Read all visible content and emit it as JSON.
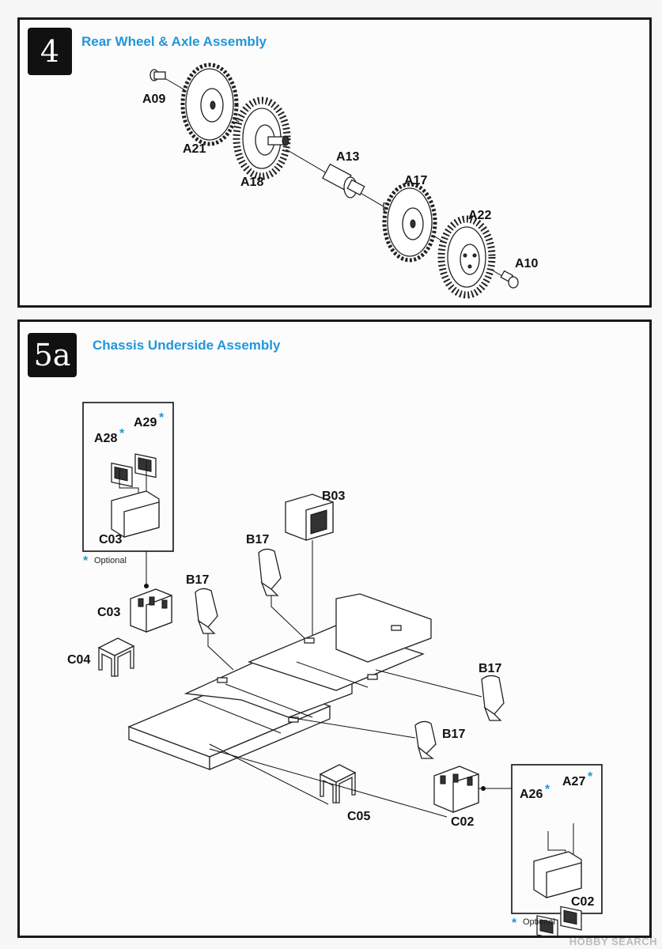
{
  "step4": {
    "number": "4",
    "title": "Rear Wheel & Axle Assembly",
    "parts": {
      "a09": "A09",
      "a21": "A21",
      "a18": "A18",
      "a13": "A13",
      "a17": "A17",
      "a22": "A22",
      "a10": "A10"
    }
  },
  "step5a": {
    "number": "5a",
    "title": "Chassis Underside Assembly",
    "parts": {
      "c03": "C03",
      "c04": "C04",
      "c05": "C05",
      "c02": "C02",
      "b03": "B03",
      "b17": "B17"
    },
    "inset_left": {
      "a28": "A28",
      "a29": "A29",
      "c03": "C03",
      "asterisk": "*",
      "optional_note": "Optional"
    },
    "inset_right": {
      "a26": "A26",
      "a27": "A27",
      "c02": "C02",
      "asterisk": "*",
      "optional_note": "Optional"
    }
  },
  "watermark": "HOBBY SEARCH",
  "colors": {
    "accent": "#2196d9",
    "ink": "#111111",
    "step_badge": "#111111"
  }
}
